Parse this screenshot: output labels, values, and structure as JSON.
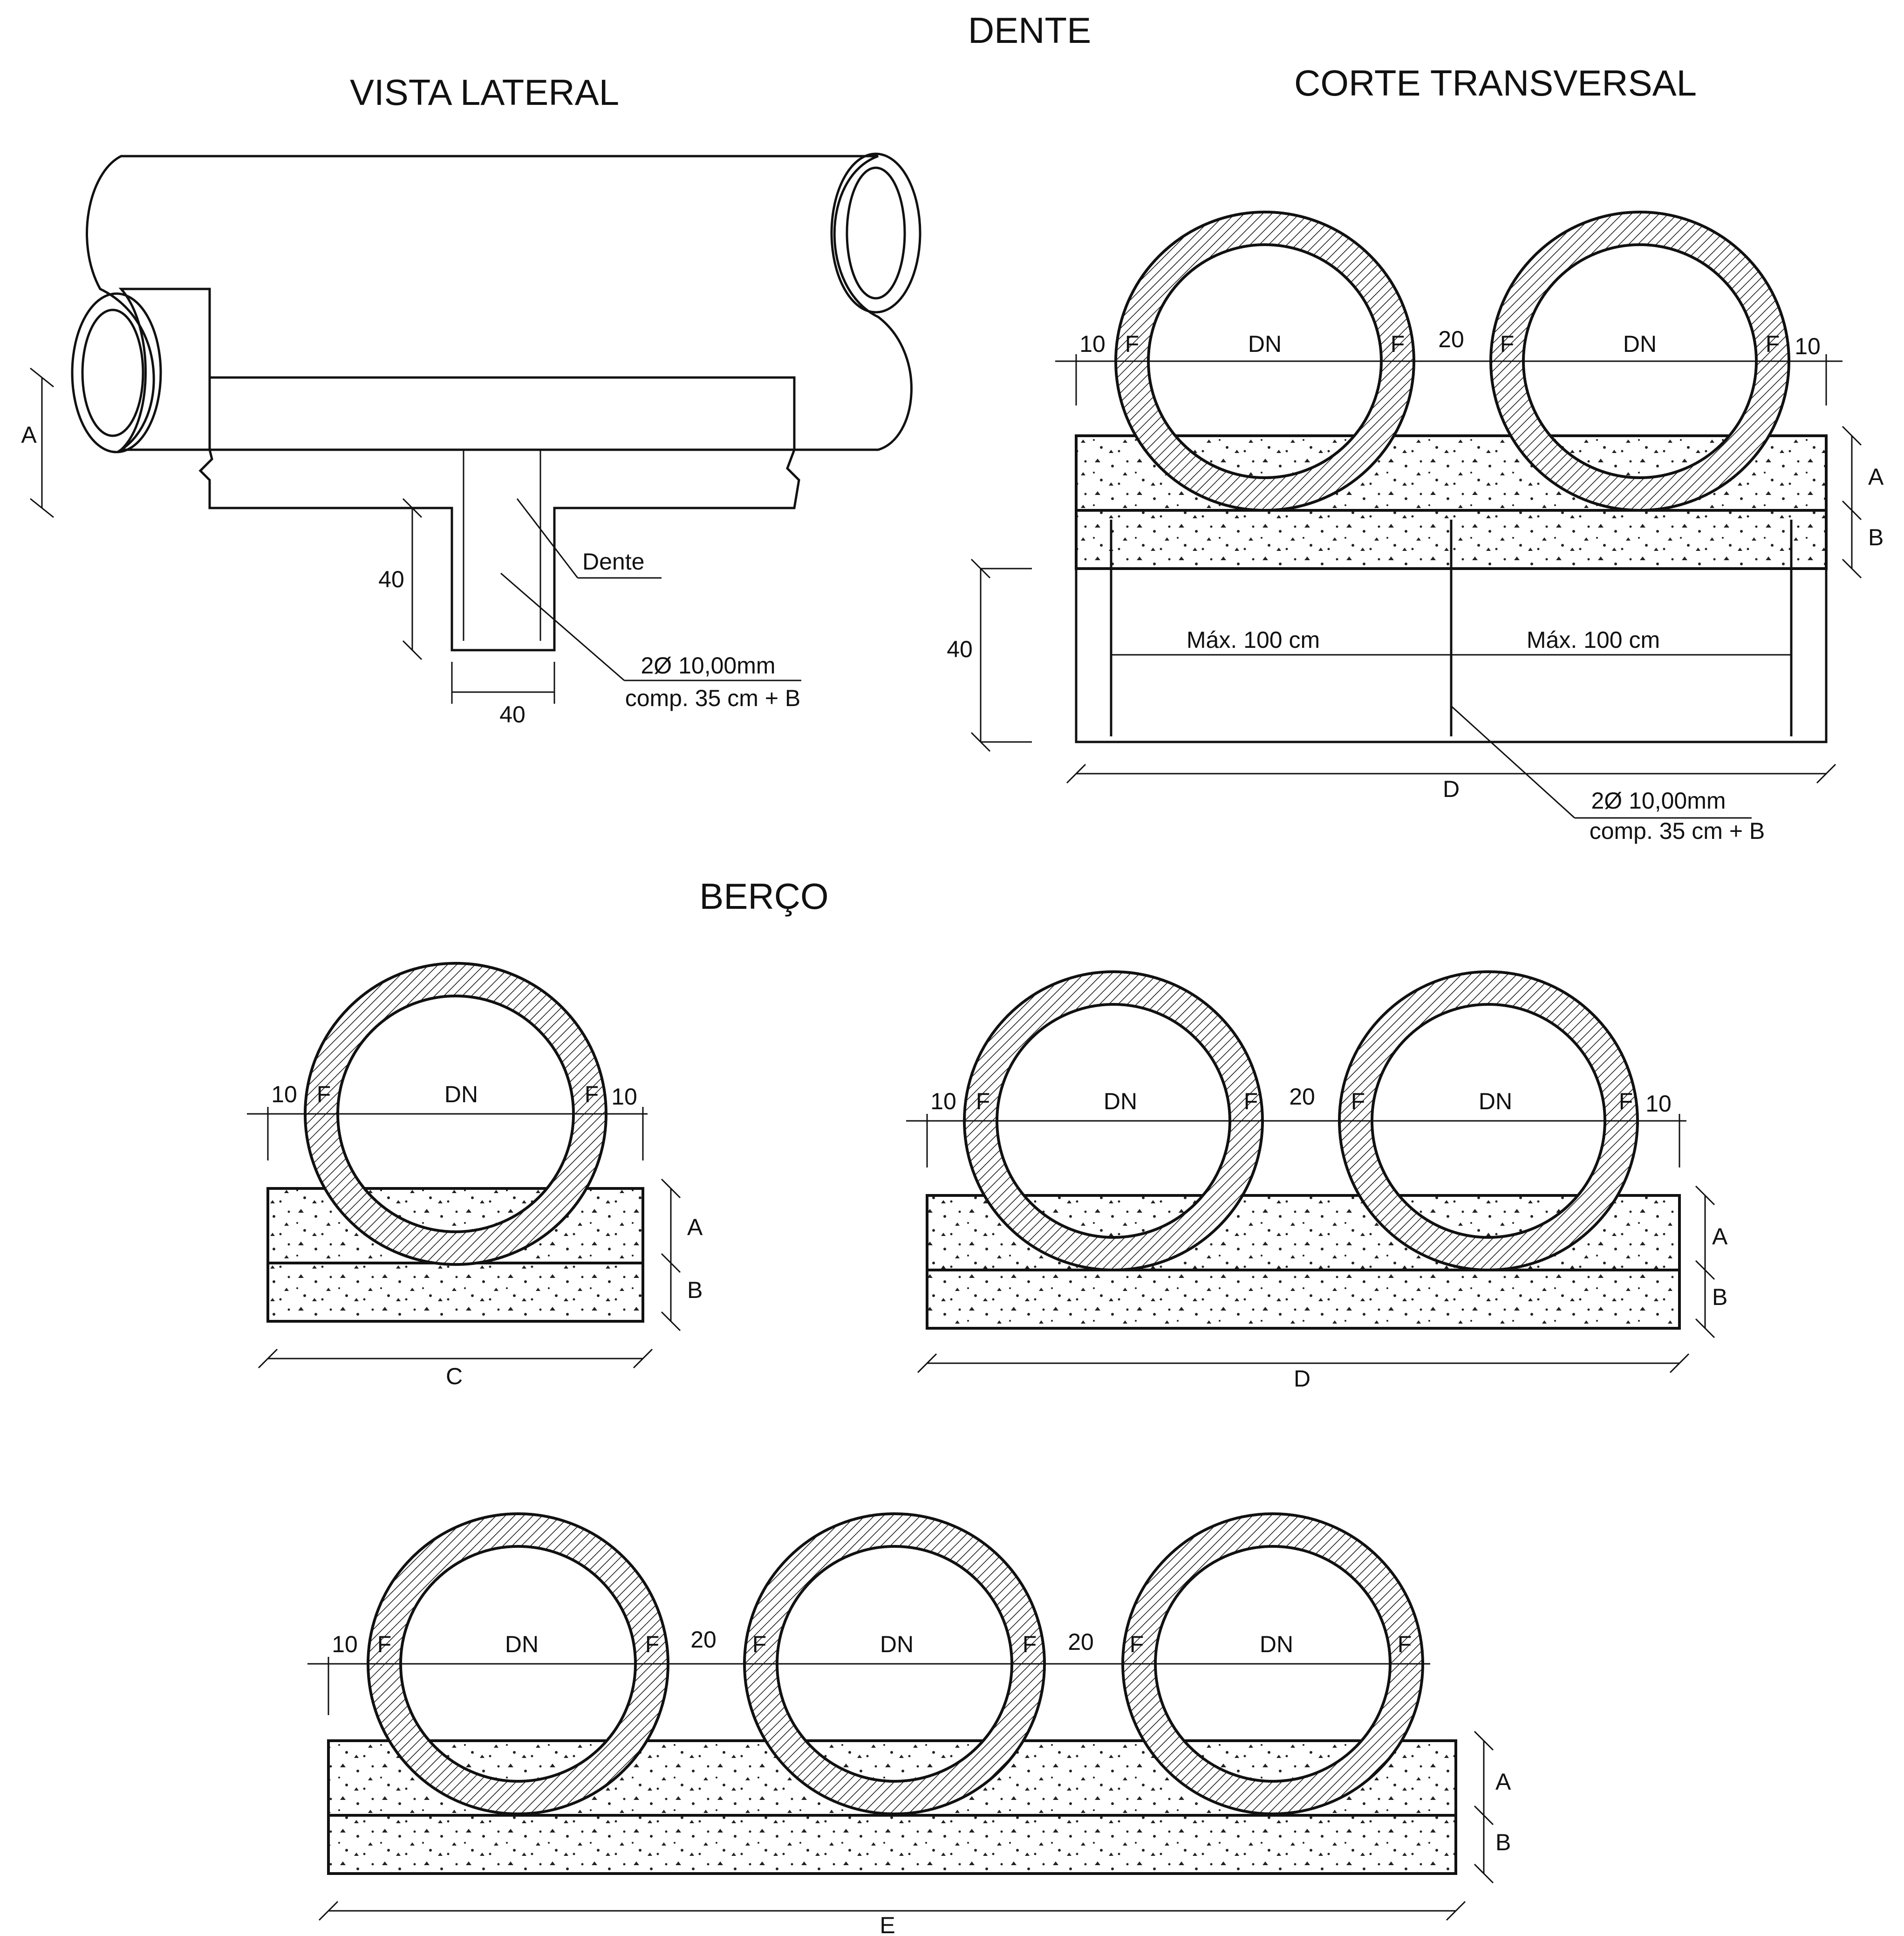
{
  "titles": {
    "dente": "DENTE",
    "vista_lateral": "VISTA LATERAL",
    "corte_transversal": "CORTE TRANSVERSAL",
    "berco": "BERÇO"
  },
  "labels": {
    "a": "A",
    "b": "B",
    "c": "C",
    "d": "D",
    "e": "E",
    "f": "F",
    "dn": "DN",
    "ten": "10",
    "twenty": "20",
    "forty": "40",
    "dente": "Dente",
    "max_100": "Máx. 100 cm",
    "rebar_line1": "2Ø 10,00mm",
    "rebar_line2": "comp. 35 cm + B"
  },
  "colors": {
    "ink": "#111111",
    "background": "#ffffff"
  }
}
